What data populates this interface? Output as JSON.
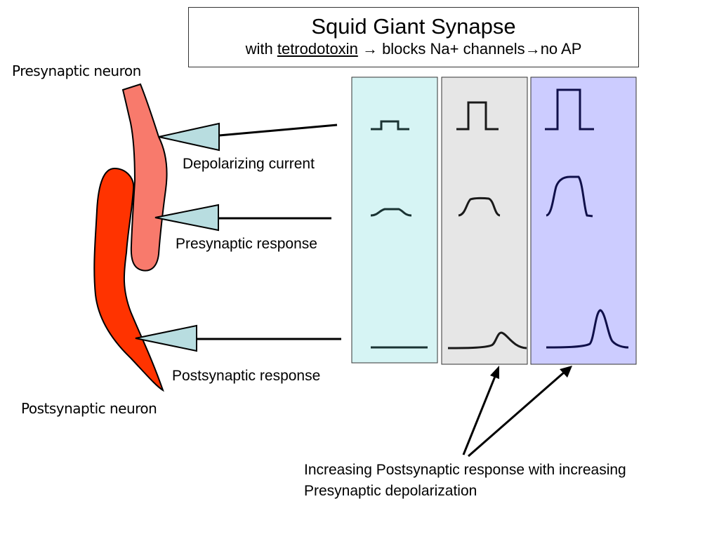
{
  "title": {
    "main": "Squid Giant Synapse",
    "sub_prefix": "with ",
    "sub_underlined": "tetrodotoxin",
    "sub_arrow": "→",
    "sub_mid": "blocks Na+ channels",
    "sub_arrow2": "→",
    "sub_end": "no AP"
  },
  "labels": {
    "presynaptic_neuron": "Presynaptic neuron",
    "postsynaptic_neuron": "Postsynaptic neuron",
    "depolarizing_current": "Depolarizing current",
    "presynaptic_response": "Presynaptic response",
    "postsynaptic_response": "Postsynaptic response",
    "caption_line1": "Increasing Postsynaptic response with increasing",
    "caption_line2": "Presynaptic depolarization"
  },
  "colors": {
    "presynaptic_neuron": "#f87a6c",
    "postsynaptic_neuron": "#ff3300",
    "electrode_tip": "#b8dde0",
    "panel_1": "#d6f4f4",
    "panel_2": "#e6e6e6",
    "panel_3": "#ccccff",
    "trace_1": "#1a3333",
    "trace_2": "#1a1a1a",
    "trace_3": "#10104a"
  }
}
